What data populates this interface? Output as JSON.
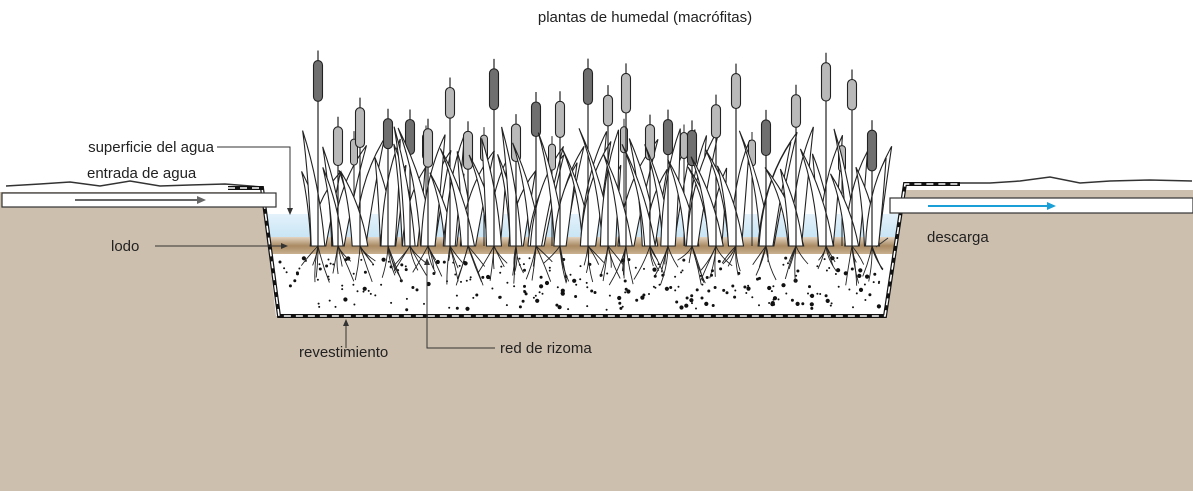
{
  "title": "plantas de humedal (macrófitas)",
  "labels": {
    "water_surface": "superficie del agua",
    "water_inlet": "entrada de agua",
    "sludge": "lodo",
    "discharge": "descarga",
    "liner": "revestimiento",
    "rhizome_network": "red de rizoma"
  },
  "colors": {
    "ground": "#cdbfae",
    "water": "#cfe8f6",
    "sludge": "#a98a63",
    "gravel": "#ffffff",
    "plant_fill": "#ffffff",
    "plant_stroke": "#222222",
    "catkin_dark": "#6f6f6f",
    "catkin_light": "#b9b9b9",
    "inlet_arrow": "#666666",
    "outlet_arrow": "#1aa0d6"
  }
}
